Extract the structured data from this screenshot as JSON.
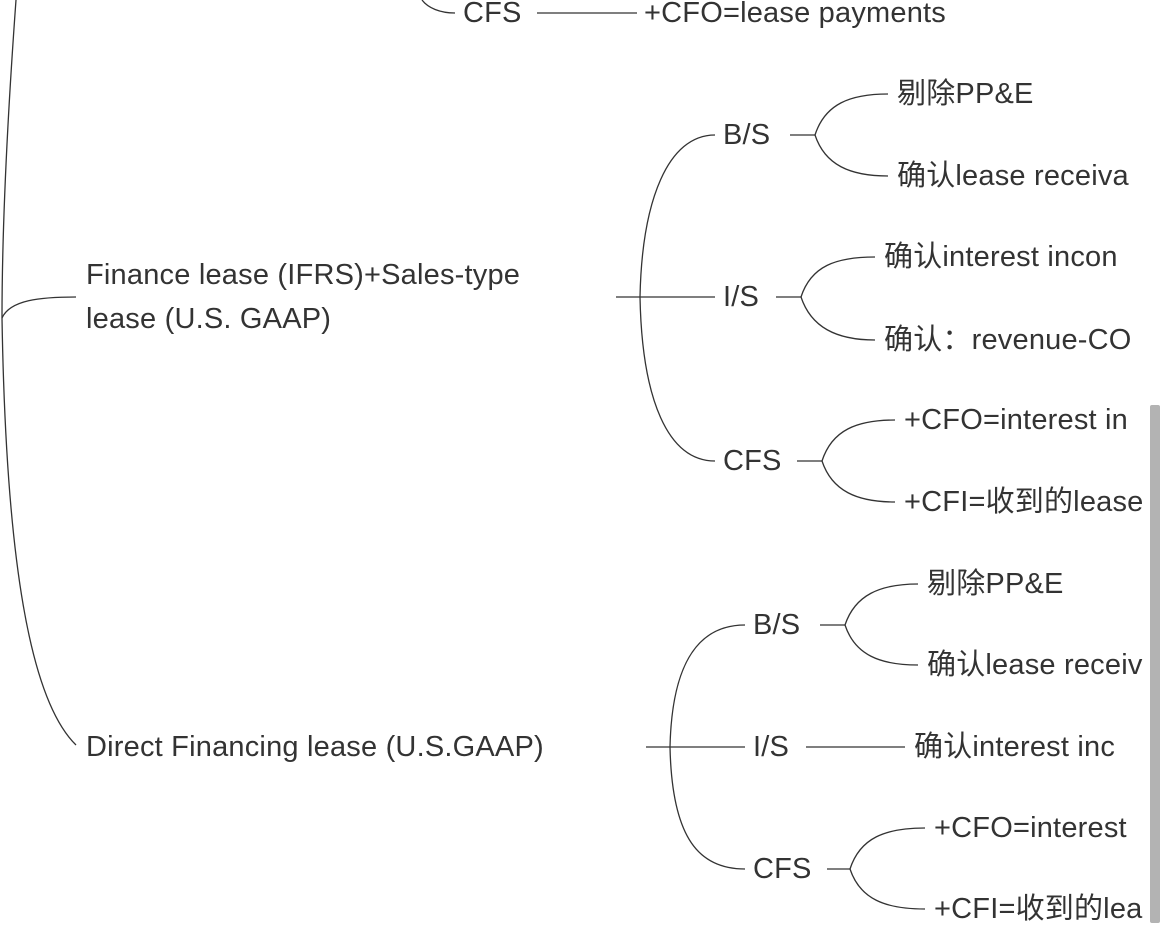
{
  "mindmap": {
    "top_branch": {
      "cfs_label": "CFS",
      "cfs_leaf": "+CFO=lease payments"
    },
    "finance_lease": {
      "label_line1": "Finance lease (IFRS)+Sales-type",
      "label_line2": "lease (U.S. GAAP)",
      "bs": {
        "label": "B/S",
        "leaves": [
          "剔除PP&E",
          "确认lease receiva"
        ]
      },
      "is": {
        "label": "I/S",
        "leaves": [
          "确认interest incon",
          "确认：revenue-CO"
        ]
      },
      "cfs": {
        "label": "CFS",
        "leaves": [
          "+CFO=interest in",
          "+CFI=收到的lease"
        ]
      }
    },
    "direct_financing": {
      "label": "Direct Financing lease (U.S.GAAP)",
      "bs": {
        "label": "B/S",
        "leaves": [
          "剔除PP&E",
          "确认lease receiv"
        ]
      },
      "is": {
        "label": "I/S",
        "leaves": [
          "确认interest inc"
        ]
      },
      "cfs": {
        "label": "CFS",
        "leaves": [
          "+CFO=interest",
          "+CFI=收到的lea"
        ]
      }
    }
  },
  "colors": {
    "line": "#333333",
    "text": "#333333",
    "scrollbar": "#b3b3b3"
  }
}
